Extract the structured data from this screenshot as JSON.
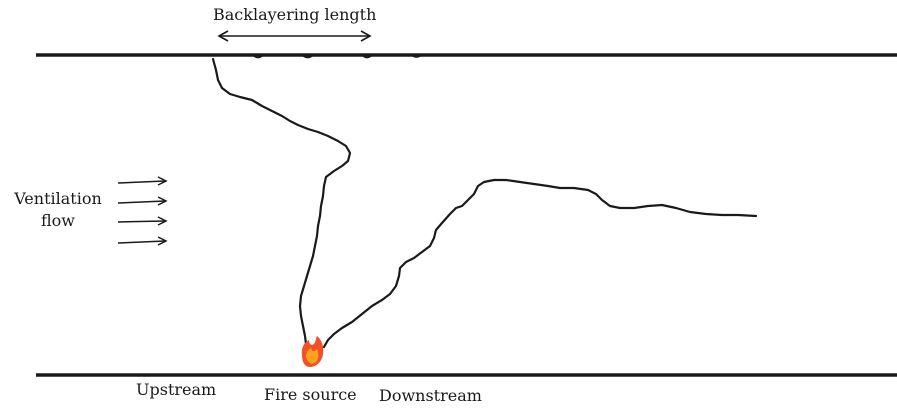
{
  "diagram": {
    "backlayering_label": "Backlayering length",
    "ventilation_label_line1": "Ventilation",
    "ventilation_label_line2": "flow",
    "upstream_label": "Upstream",
    "fire_source_label": "Fire source",
    "downstream_label": "Downstream"
  },
  "colors": {
    "line": "#1a1a1a",
    "flame_outer": "#f0502a",
    "flame_inner": "#f9a21b"
  }
}
